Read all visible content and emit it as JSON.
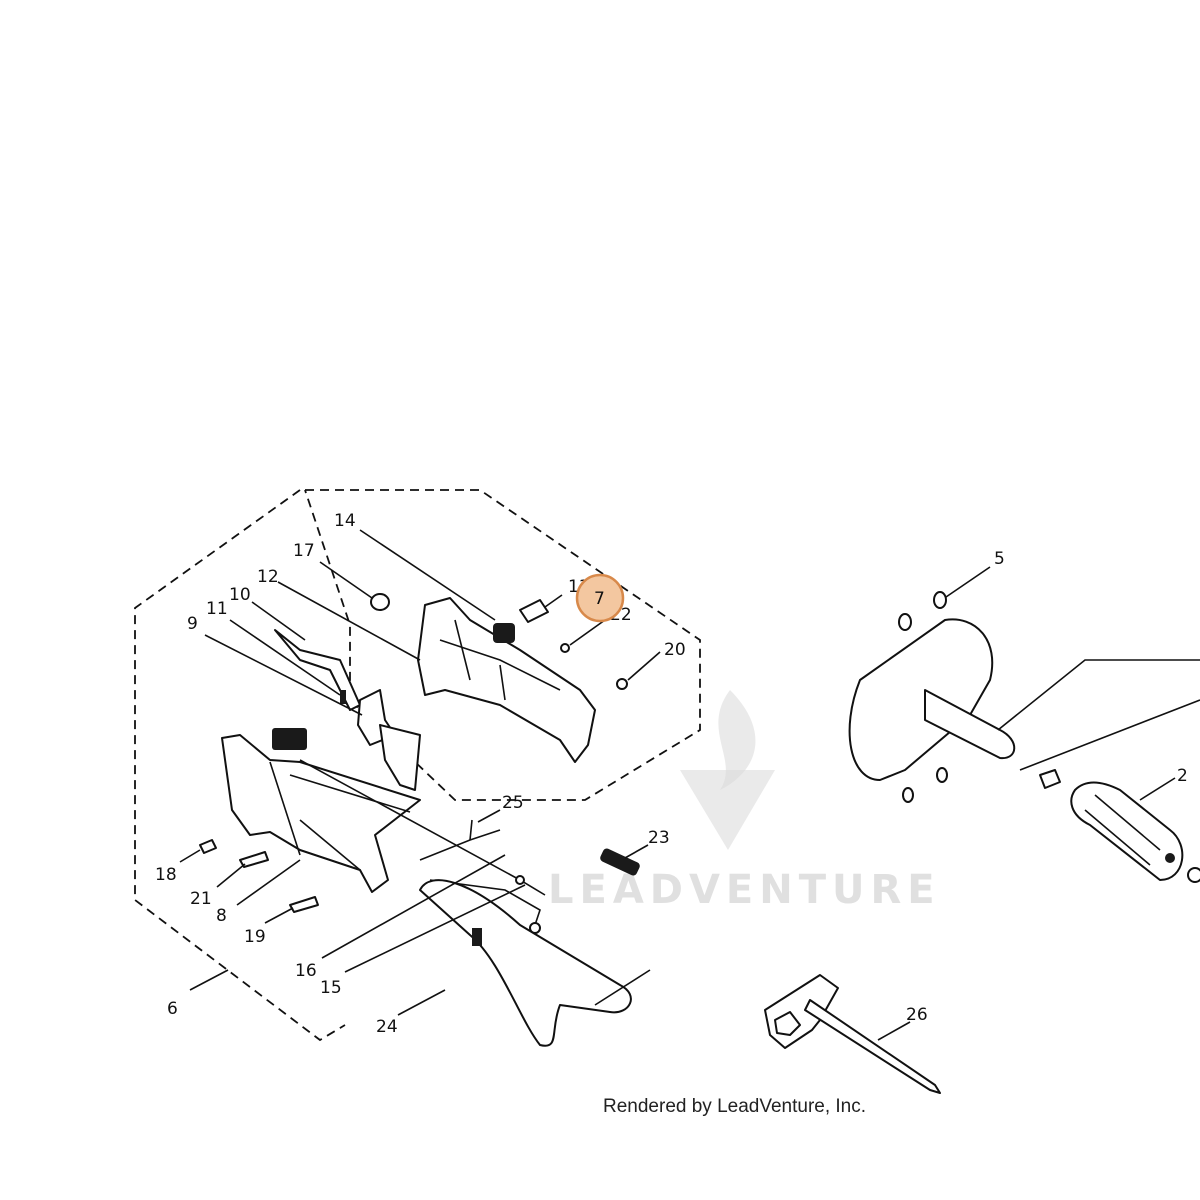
{
  "watermark": {
    "text": "LEADVENTURE"
  },
  "credit": "Rendered by LeadVenture, Inc.",
  "highlight": {
    "label": "7",
    "color": "#f3c7a0",
    "stroke": "#d8894a"
  },
  "callouts": {
    "c14": "14",
    "c17": "17",
    "c13": "13",
    "c22": "22",
    "c12": "12",
    "c10": "10",
    "c11": "11",
    "c9": "9",
    "c20": "20",
    "c5": "5",
    "c2": "2",
    "c25": "25",
    "c23": "23",
    "c18": "18",
    "c21": "21",
    "c8": "8",
    "c19": "19",
    "c16": "16",
    "c15": "15",
    "c6": "6",
    "c24": "24",
    "c26": "26"
  }
}
